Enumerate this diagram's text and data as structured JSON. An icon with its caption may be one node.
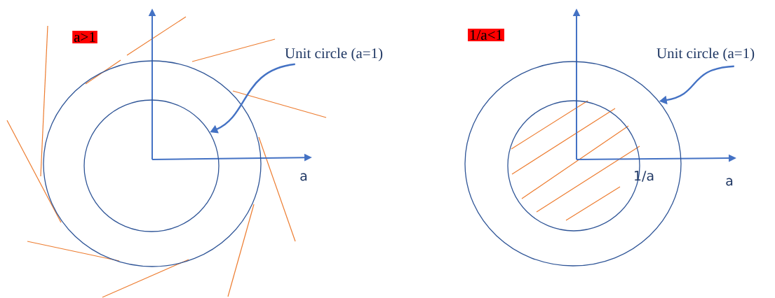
{
  "diagram": {
    "nodes": [
      {
        "text": [
          "a>1"
        ]
      },
      {
        "text": [
          "Unit circle (a=1)"
        ]
      },
      {
        "text": [],
        "shape": "circle"
      },
      {
        "text": [],
        "shape": "circle",
        "in": 2
      },
      {
        "text": [
          "1/a<1"
        ]
      },
      {
        "text": [
          "Unit circle (a=1)"
        ]
      },
      {
        "text": [],
        "shape": "circle"
      },
      {
        "text": [],
        "shape": "circle",
        "in": 6
      }
    ],
    "edges": [
      {
        "from": 1,
        "to": 3,
        "arrow": "to"
      },
      {
        "from": 5,
        "to": 6,
        "arrow": "to"
      }
    ],
    "labels": [
      "a",
      "1/a",
      "a"
    ]
  }
}
